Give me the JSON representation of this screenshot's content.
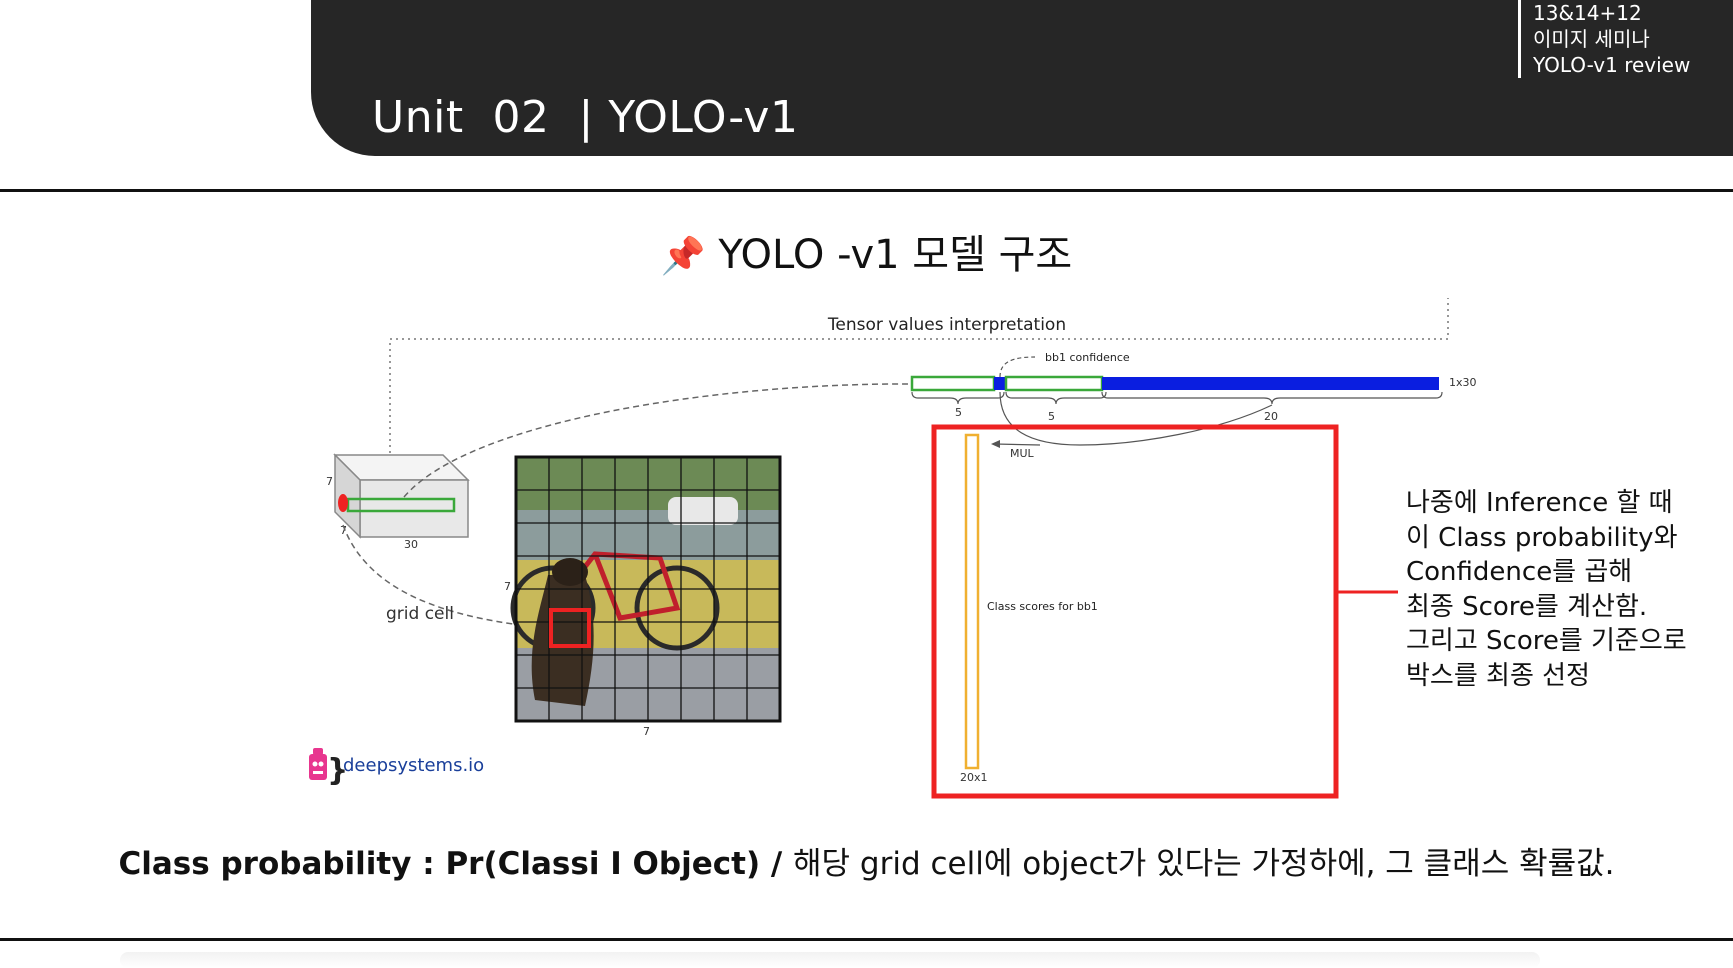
{
  "header": {
    "unit_title": "Unit  02  | YOLO-v1",
    "meta_lines": [
      "13&14+12",
      "이미지 세미나",
      "YOLO-v1 review"
    ]
  },
  "section": {
    "title": "YOLO -v1 모델 구조",
    "icon": "pushpin-icon"
  },
  "diagram": {
    "tensor_title": "Tensor values interpretation",
    "bb1_confidence_label": "bb1 confidence",
    "size_1x30": "1x30",
    "seg_5a": "5",
    "seg_5b": "5",
    "seg_20": "20",
    "mul_label": "MUL",
    "class_scores_label": "Class scores for bb1",
    "size_20x1": "20x1",
    "cube_7_left": "7",
    "cube_7_bottom": "7",
    "cube_30": "30",
    "grid_7_left": "7",
    "grid_7_bottom": "7",
    "grid_cell_label": "grid cell",
    "logo_text": "deepsystems.io",
    "colors": {
      "highlight_red": "#ee2222",
      "bar_green": "#3aa83a",
      "bar_blue": "#0a1ee0",
      "class_bar_orange": "#f0b030"
    }
  },
  "note": {
    "lines": [
      "나중에 Inference 할 때",
      "이 Class probability와",
      "Confidence를 곱해",
      "최종 Score를 계산함.",
      "그리고 Score를 기준으로",
      "박스를 최종 선정"
    ]
  },
  "caption": {
    "bold": "Class probability : Pr(Classi I Object) / ",
    "normal": "해당 grid cell에 object가 있다는 가정하에, 그 클래스 확률값."
  }
}
